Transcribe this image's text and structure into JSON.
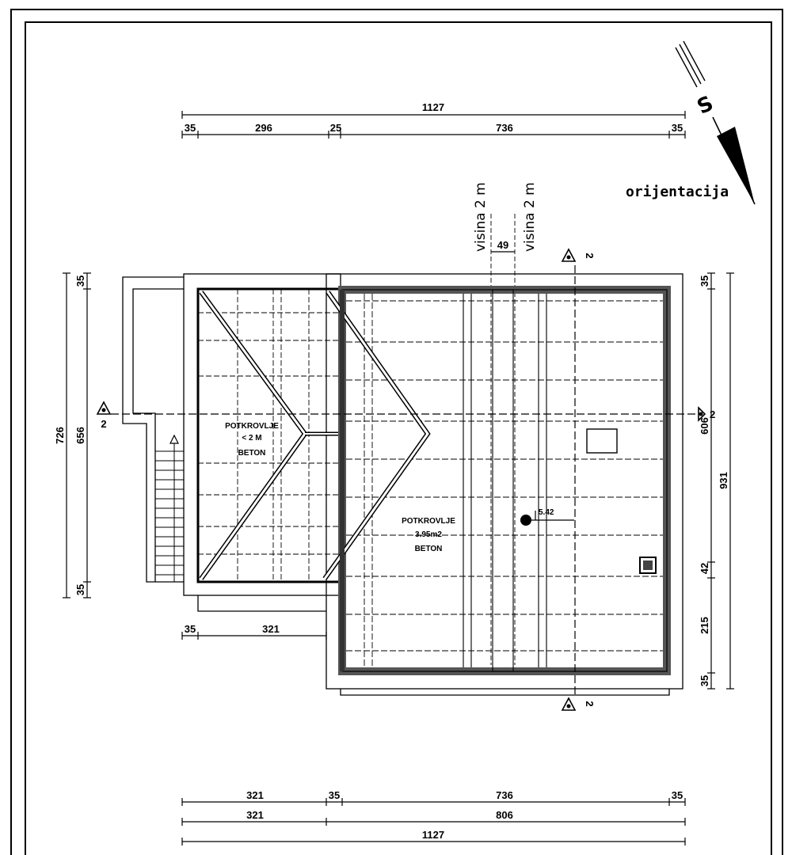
{
  "orientation": {
    "label": "orijentacija",
    "north_letter": "S"
  },
  "height_notes": [
    "visina 2 m",
    "visina 2 m"
  ],
  "rooms": [
    {
      "name": "POTKROVLJE",
      "note": "< 2 M",
      "material": "BETON"
    },
    {
      "name": "POTKROVLJE",
      "area": "3.95m2",
      "material": "BETON"
    }
  ],
  "level_marker": "5.42",
  "section_marks": [
    "2",
    "2",
    "2",
    "2"
  ],
  "dims": {
    "top_total": "1127",
    "top_parts": [
      "35",
      "296",
      "25",
      "736",
      "35"
    ],
    "gap": "49",
    "left_total": "726",
    "left_inner": "656",
    "left_top": "35",
    "left_bottom": "35",
    "right_top": "35",
    "right_mid": "606",
    "right_total": "931",
    "right_42": "42",
    "right_215": "215",
    "right_bottom": "35",
    "mid_parts": [
      "35",
      "321"
    ],
    "bottom_row1": [
      "321",
      "35",
      "736",
      "35"
    ],
    "bottom_row2": [
      "321",
      "806"
    ],
    "bottom_total": "1127"
  }
}
